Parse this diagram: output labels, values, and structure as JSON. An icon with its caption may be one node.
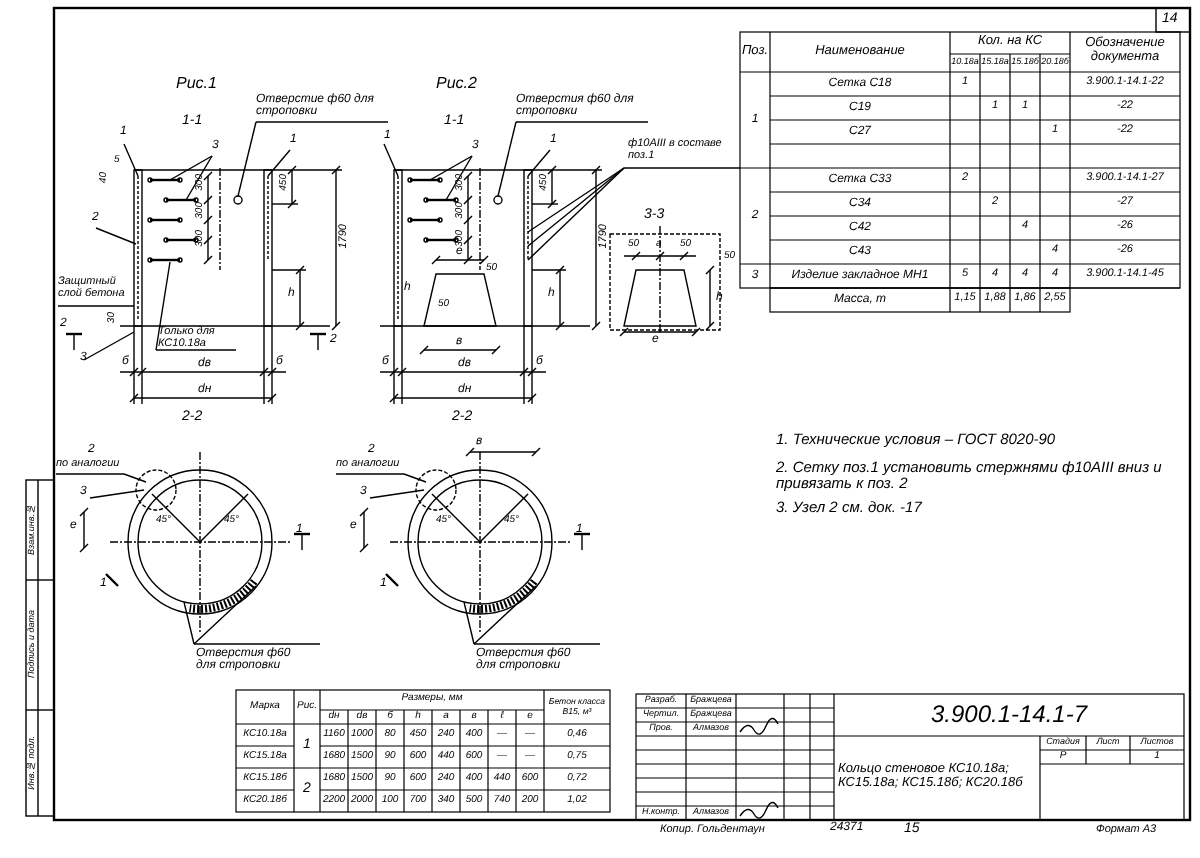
{
  "diagram": {
    "labels": [
      "14",
      "Рис.1",
      "1-1",
      "Отверстие ф60 для строповки",
      "1",
      "3",
      "1",
      "5",
      "40",
      "2",
      "300",
      "300",
      "300",
      "450",
      "1790",
      "h",
      "Защитный слой бетона",
      "2",
      "30",
      "2",
      "Только для КС10.18а",
      "3",
      "б",
      "dв",
      "б",
      "dн",
      "2-2",
      "Рис.2",
      "1-1",
      "Отверстия ф60 для строповки",
      "1",
      "3",
      "1",
      "ф10АIII в составе поз.1",
      "300",
      "300",
      "300",
      "450",
      "1790",
      "50",
      "e",
      "50",
      "h",
      "h",
      "в",
      "б",
      "dв",
      "б",
      "dн",
      "2-2",
      "3-3",
      "50",
      "a",
      "50",
      "50",
      "h",
      "e",
      "2",
      "по аналогии",
      "3",
      "e",
      "45°",
      "45°",
      "1",
      "1",
      "Отверстия ф60 для строповки",
      "в",
      "2",
      "по аналогии",
      "3",
      "45°",
      "45°",
      "e",
      "1",
      "1",
      "Отверстия ф60 для строповки",
      "Поз.",
      "Наименование",
      "Кол. на КС",
      "Обозначение документа",
      "10.18а",
      "15.18а",
      "15.18б",
      "20.18б",
      "1",
      "Сетка С18",
      "1",
      "3.900.1-14.1-22",
      "С19",
      "1",
      "1",
      "-22",
      "С27",
      "1",
      "-22",
      "2",
      "Сетка С33",
      "2",
      "3.900.1-14.1-27",
      "С34",
      "2",
      "-27",
      "С42",
      "4",
      "-26",
      "С43",
      "4",
      "-26",
      "3",
      "Изделие закладное МН1",
      "5",
      "4",
      "4",
      "4",
      "3.900.1-14.1-45",
      "Масса, т",
      "1,15",
      "1,88",
      "1,86",
      "2,55",
      "1. Технические условия – ГОСТ 8020-90",
      "2. Сетку поз.1 установить стержнями ф10АIII вниз и привязать к поз. 2",
      "3. Узел 2 см. док. -17",
      "Марка",
      "Рис.",
      "Размеры, мм",
      "Бетон класса В15, м³",
      "dн",
      "dв",
      "б",
      "h",
      "a",
      "в",
      "ℓ",
      "e",
      "КС10.18а",
      "1",
      "1160",
      "1000",
      "80",
      "450",
      "240",
      "400",
      "—",
      "—",
      "0,46",
      "КС15.18а",
      "1680",
      "1500",
      "90",
      "600",
      "440",
      "600",
      "—",
      "—",
      "0,75",
      "КС15.18б",
      "2",
      "1680",
      "1500",
      "90",
      "600",
      "240",
      "400",
      "440",
      "600",
      "0,72",
      "КС20.18б",
      "2200",
      "2000",
      "100",
      "700",
      "340",
      "500",
      "740",
      "200",
      "1,02",
      "Разраб.",
      "Бражцева",
      "Чертил.",
      "Бражцева",
      "Пров.",
      "Алмазов",
      "Н.контр.",
      "Алмазов",
      "3.900.1-14.1-7",
      "Кольцо стеновое КС10.18а; КС15.18а; КС15.18б; КС20.18б",
      "Стадия",
      "Лист",
      "Листов",
      "Р",
      "1",
      "Взам.инв.№",
      "Подпись и дата",
      "Инв.№ подл.",
      "Копир. Гольдентаун",
      "24371",
      "15",
      "Формат А3"
    ]
  }
}
